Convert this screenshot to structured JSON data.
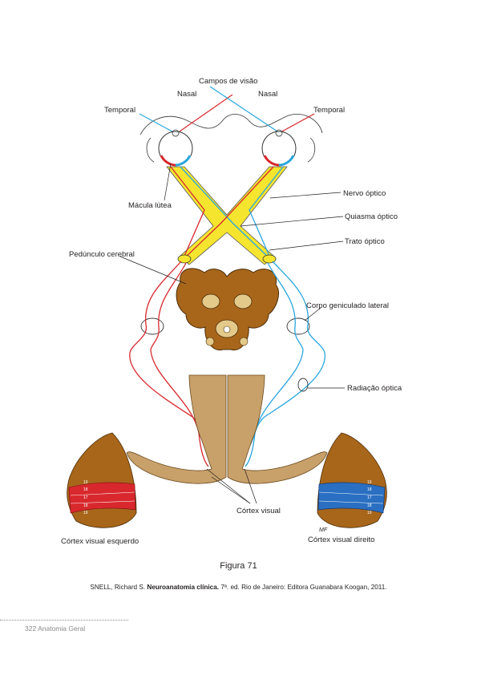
{
  "figure": {
    "labels": {
      "campos_visao": "Campos de visão",
      "nasal_left": "Nasal",
      "nasal_right": "Nasal",
      "temporal_left": "Temporal",
      "temporal_right": "Temporal",
      "macula_lutea": "Mácula lútea",
      "nervo_optico": "Nervo óptico",
      "quiasma_optico": "Quiasma óptico",
      "trato_optico": "Trato óptico",
      "peduncle": "Pedúnculo cerebral",
      "corpo_geniculado": "Corpo geniculado lateral",
      "radiacao_optica": "Radiação óptica",
      "cortex_visual": "Córtex visual",
      "cortex_esquerdo": "Córtex visual esquerdo",
      "cortex_direito": "Córtex visual direito",
      "area_19_top": "19",
      "area_18_top": "18",
      "area_17": "17",
      "area_18_bottom": "18",
      "area_19_bottom": "19",
      "signature": "MF"
    },
    "colors": {
      "red_pathway": "#d8282d",
      "blue_pathway": "#2aa6dd",
      "optic_yellow": "#f5e52e",
      "brain_brown": "#a8661b",
      "occipital_tan": "#c8a06a"
    }
  },
  "caption": {
    "figure_label": "Figura 71"
  },
  "reference": {
    "author": "SNELL, Richard S. ",
    "title": "Neuroanatomia clínica.",
    "rest": " 7ª. ed. Rio de Janeiro: Editora Guanabara Koogan, 2011."
  },
  "footer": {
    "page_number": "322",
    "book_title": "Anatomia Geral"
  }
}
